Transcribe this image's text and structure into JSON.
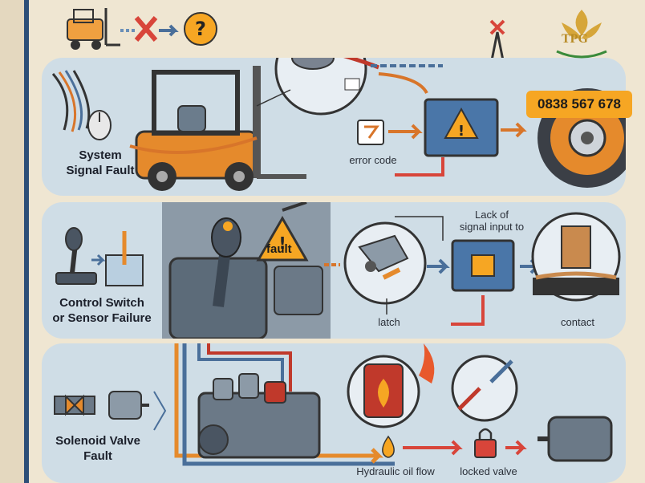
{
  "logo": {
    "text": "TPG"
  },
  "contact": {
    "phone": "0838 567 678"
  },
  "sections": [
    {
      "title_line1": "System",
      "title_line2": "Signal Fault",
      "caption": "error code"
    },
    {
      "title_line1": "Control Switch",
      "title_line2": "or Sensor Failure",
      "fault_label": "fault",
      "signal_line1": "Lack of",
      "signal_line2": "signal input to",
      "caption_left": "latch",
      "caption_right": "contact"
    },
    {
      "title_line1": "Solenoid Valve",
      "title_line2": "Fault",
      "caption_flow": "Hydraulic oil flow",
      "caption_valve": "locked valve"
    }
  ]
}
